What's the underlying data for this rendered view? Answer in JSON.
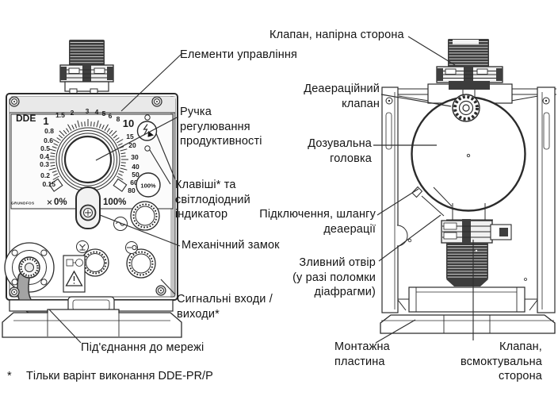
{
  "diagram": {
    "footnote_marker": "*",
    "footnote_text": "Тільки варінт виконання DDE-PR/P"
  },
  "labels": {
    "valve_discharge": "Клапан, напірна сторона",
    "control_elements": "Елементи управління",
    "deaeration_valve_1": "Деаераційний",
    "deaeration_valve_2": "клапан",
    "capacity_knob_1": "Ручка",
    "capacity_knob_2": "регулювання",
    "capacity_knob_3": "продуктивності",
    "dosing_head_1": "Дозувальна",
    "dosing_head_2": "головка",
    "keys_led_1": "Клавіші* та",
    "keys_led_2": "світлодіодний",
    "keys_led_3": "індикатор",
    "hose_connection_1": "Підключення, шлангу",
    "hose_connection_2": "деаерації",
    "mechanical_lock": "Механічний замок",
    "drain_hole_1": "Зливний отвір",
    "drain_hole_2": "(у разі поломки",
    "drain_hole_3": "діафрагми)",
    "signal_io_1": "Сигнальні входи /",
    "signal_io_2": "виходи*",
    "power_connection": "Під'єднання до мережі",
    "mounting_plate_1": "Монтажна",
    "mounting_plate_2": "пластина",
    "valve_suction_1": "Клапан,",
    "valve_suction_2": "всмоктувальна",
    "valve_suction_3": "сторона"
  },
  "pump_front": {
    "model": "DDE",
    "brand": "GRUNDFOS",
    "dial_scale": [
      "1",
      "1.5",
      "2",
      "3",
      "4",
      "5",
      "6",
      "8",
      "10",
      "15",
      "20",
      "30",
      "40",
      "50",
      "60",
      "80",
      "0.8",
      "0.6",
      "0.5",
      "0.4",
      "0.3",
      "0.2",
      "0.15"
    ],
    "dial_min": "0%",
    "dial_max": "100%",
    "button_100": "100%"
  }
}
